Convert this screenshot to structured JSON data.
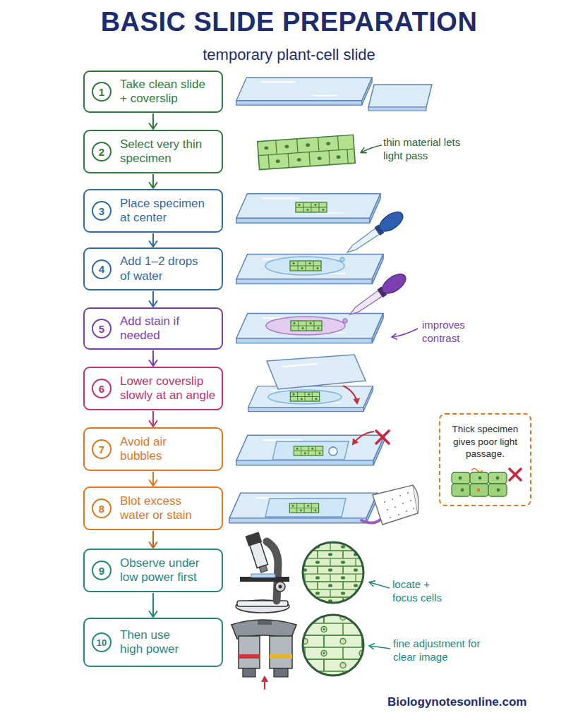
{
  "diagram": {
    "title": "BASIC SLIDE PREPARATION",
    "nodes": [
      {
        "text": [
          "Take clean slide + coverslip"
        ]
      },
      {
        "text": [
          "1"
        ],
        "in": 0
      },
      {
        "text": [
          "Select very thin specimen"
        ]
      },
      {
        "text": [
          "2"
        ],
        "in": 2
      },
      {
        "text": [
          "Place specimen at center"
        ]
      },
      {
        "text": [
          "3"
        ],
        "in": 4
      },
      {
        "text": [
          "Add 1–2 drops of water"
        ]
      },
      {
        "text": [
          "4"
        ],
        "in": 6
      },
      {
        "text": [
          "Add stain if needed"
        ]
      },
      {
        "text": [
          "5"
        ],
        "in": 8
      },
      {
        "text": [
          "Lower coverslip slowly at an angle"
        ]
      },
      {
        "text": [
          "6"
        ],
        "in": 10
      },
      {
        "text": [
          "Avoid air bubbles"
        ]
      },
      {
        "text": [
          "7"
        ],
        "in": 12
      },
      {
        "text": [
          "Blot excess water or stain"
        ]
      },
      {
        "text": [
          "8"
        ],
        "in": 14
      },
      {
        "text": [
          "Observe under low power first"
        ]
      },
      {
        "text": [
          "9"
        ],
        "in": 16
      },
      {
        "text": [
          "Then use high power"
        ]
      },
      {
        "text": [
          "10"
        ],
        "in": 18
      },
      {
        "text": [
          "Thick specimen gives poor light passage."
        ]
      }
    ],
    "edges": [
      {
        "from": 0,
        "to": 2,
        "arrow": "to"
      },
      {
        "from": 2,
        "to": 4,
        "arrow": "to"
      },
      {
        "from": 4,
        "to": 6,
        "arrow": "to"
      },
      {
        "from": 6,
        "to": 8,
        "arrow": "to"
      },
      {
        "from": 8,
        "to": 10,
        "arrow": "to"
      },
      {
        "from": 10,
        "to": 12,
        "arrow": "to"
      },
      {
        "from": 12,
        "to": 14,
        "arrow": "to"
      },
      {
        "from": 14,
        "to": 16,
        "arrow": "to"
      },
      {
        "from": 16,
        "to": 18,
        "arrow": "to"
      }
    ],
    "labels": [
      "temporary plant-cell slide",
      "thin material lets light pass",
      "improves contrast",
      "locate + focus cells",
      "fine adjustment for clear image",
      "Biologynotesonline.com"
    ]
  }
}
